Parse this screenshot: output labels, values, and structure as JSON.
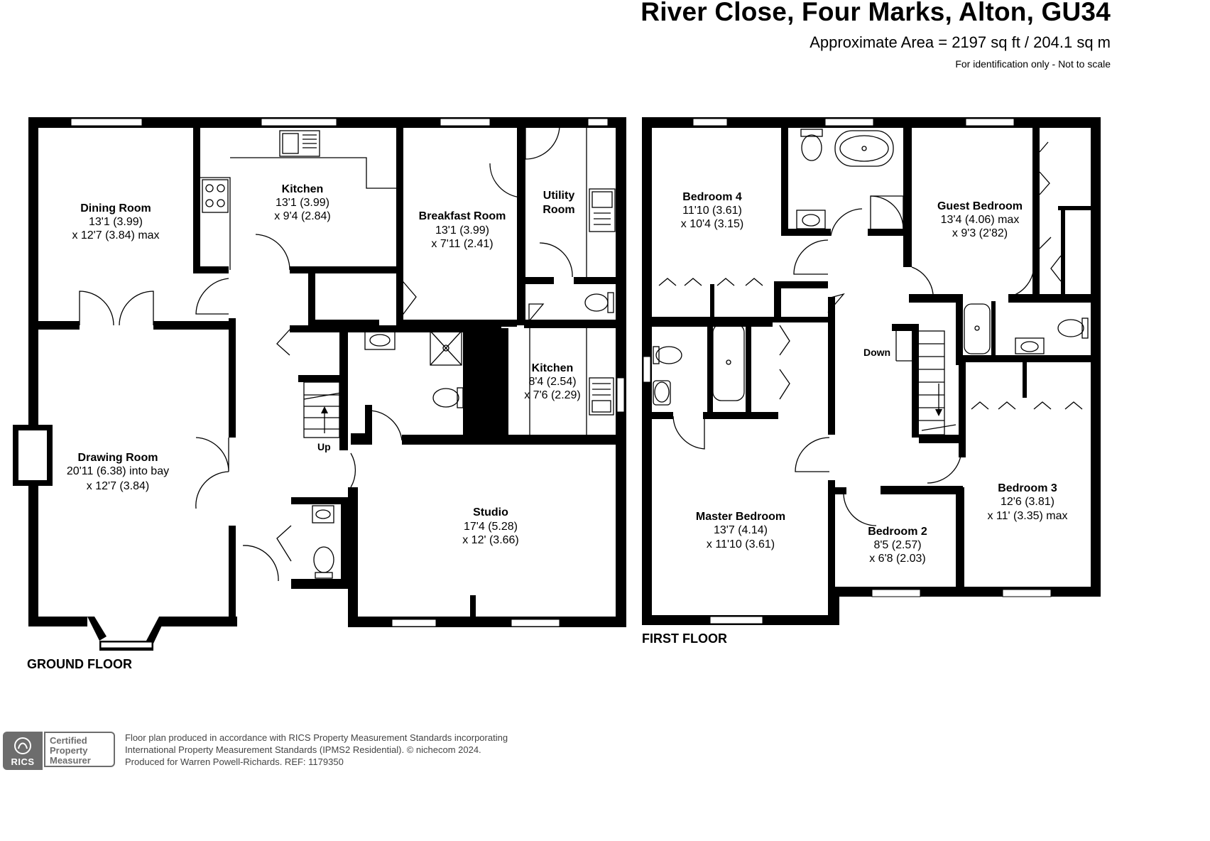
{
  "header": {
    "title": "River Close, Four Marks, Alton, GU34",
    "area": "Approximate Area = 2197 sq ft / 204.1 sq m",
    "note": "For identification only - Not to scale"
  },
  "floors": {
    "ground": "GROUND FLOOR",
    "first": "FIRST FLOOR"
  },
  "rooms": {
    "dining": {
      "name": "Dining Room",
      "dim1": "13'1 (3.99)",
      "dim2": "x 12'7 (3.84) max"
    },
    "kitchen": {
      "name": "Kitchen",
      "dim1": "13'1 (3.99)",
      "dim2": "x 9'4 (2.84)"
    },
    "breakfast": {
      "name": "Breakfast Room",
      "dim1": "13'1 (3.99)",
      "dim2": "x 7'11 (2.41)"
    },
    "utility": {
      "name1": "Utility",
      "name2": "Room"
    },
    "drawing": {
      "name": "Drawing Room",
      "dim1": "20'11 (6.38) into bay",
      "dim2": "x 12'7 (3.84)"
    },
    "kitchen2": {
      "name": "Kitchen",
      "dim1": "8'4 (2.54)",
      "dim2": "x 7'6 (2.29)"
    },
    "studio": {
      "name": "Studio",
      "dim1": "17'4 (5.28)",
      "dim2": "x 12' (3.66)"
    },
    "bedroom4": {
      "name": "Bedroom 4",
      "dim1": "11'10 (3.61)",
      "dim2": "x 10'4 (3.15)"
    },
    "guest": {
      "name": "Guest Bedroom",
      "dim1": "13'4 (4.06) max",
      "dim2": "x 9'3 (2'82)"
    },
    "master": {
      "name": "Master Bedroom",
      "dim1": "13'7 (4.14)",
      "dim2": "x 11'10 (3.61)"
    },
    "bedroom2": {
      "name": "Bedroom 2",
      "dim1": "8'5 (2.57)",
      "dim2": "x 6'8 (2.03)"
    },
    "bedroom3": {
      "name": "Bedroom 3",
      "dim1": "12'6 (3.81)",
      "dim2": "x 11' (3.35) max"
    }
  },
  "stairs": {
    "up": "Up",
    "down": "Down"
  },
  "footer": {
    "line1": "Floor plan produced in accordance with RICS Property Measurement Standards incorporating",
    "line2": "International Property Measurement Standards (IPMS2 Residential).  © nichecom 2024.",
    "line3": "Produced for Warren Powell-Richards.   REF:  1179350"
  },
  "badge": {
    "logo_text": "RICS",
    "l1": "Certified",
    "l2": "Property",
    "l3": "Measurer"
  }
}
